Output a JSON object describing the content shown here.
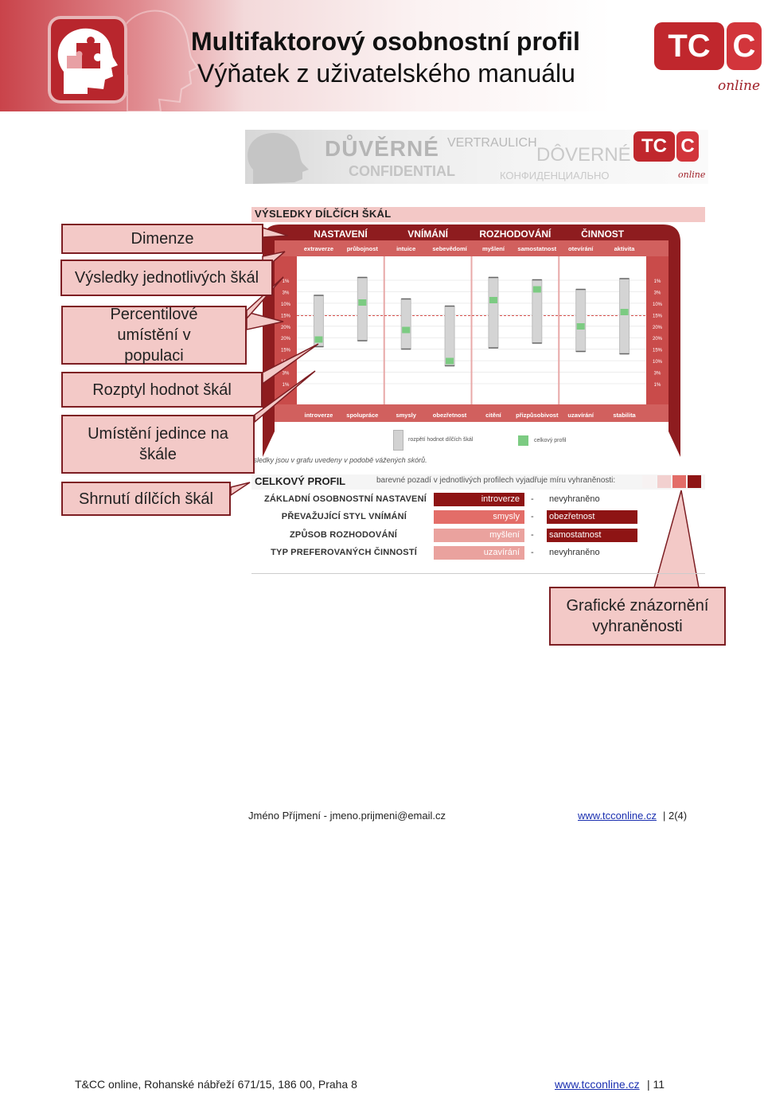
{
  "header": {
    "title": "Multifaktorový osobnostní profil",
    "subtitle": "Výňatek z uživatelského manuálu"
  },
  "logo": {
    "letters": "TCC",
    "tagline": "online"
  },
  "confidential": {
    "czech": "DŮVĚRNÉ",
    "english": "CONFIDENTIAL",
    "german": "VERTRAULICH",
    "slovak": "DÔVERNÉ",
    "russian": "КОНФИДЕНЦИАЛЬНО"
  },
  "results_section": {
    "title": "VÝSLEDKY DÍLČÍCH ŠKÁL"
  },
  "chart_data": {
    "type": "range",
    "dimensions": [
      "NASTAVENÍ",
      "VNÍMÁNÍ",
      "ROZHODOVÁNÍ",
      "ČINNOST"
    ],
    "top_labels": [
      "extraverze",
      "průbojnost",
      "intuice",
      "sebevědomí",
      "myšlení",
      "samostatnost",
      "otevírání",
      "aktivita"
    ],
    "bottom_labels": [
      "introverze",
      "spolupráce",
      "smysly",
      "obezřetnost",
      "citění",
      "přizpůsobivost",
      "uzavírání",
      "stabilita"
    ],
    "percentiles": [
      "1%",
      "3%",
      "10%",
      "15%",
      "20%",
      "20%",
      "15%",
      "10%",
      "3%",
      "1%"
    ],
    "range_low": [
      39,
      44,
      37,
      23,
      38,
      42,
      35,
      33
    ],
    "range_high": [
      82,
      97,
      79,
      73,
      97,
      95,
      87,
      96
    ],
    "individual": [
      45,
      76,
      53,
      27,
      78,
      87,
      56,
      68
    ],
    "ylim": [
      0,
      100
    ],
    "midline": 65
  },
  "legend": {
    "range": "rozpětí hodnot dílčích škál",
    "profile": "celkový profil"
  },
  "footnote": "ýsledky jsou v grafu uvedeny v podobě vážených skórů.",
  "callouts": [
    "Dimenze",
    "Výsledky jednotlivých škál",
    "Percentilové umístění v populaci",
    "Rozptyl hodnot škál",
    "Umístění jedince na škále",
    "Shrnutí dílčích škál",
    "Grafické znázornění vyhraněnosti"
  ],
  "overall_profile": {
    "title": "CELKOVÝ PROFIL",
    "note": "barevné pozadí v jednotlivých profilech vyjadřuje míru vyhraněnosti:",
    "swatches": [
      "#f7f2f2",
      "#f2d0cf",
      "#e36d68",
      "#8e1414"
    ],
    "rows": [
      {
        "label": "ZÁKLADNÍ OSOBNOSTNÍ NASTAVENÍ",
        "left": "introverze",
        "left_color": "#8e1414",
        "dash": "-",
        "right": "nevyhraněno",
        "right_color": ""
      },
      {
        "label": "PŘEVAŽUJÍCÍ STYL VNÍMÁNÍ",
        "left": "smysly",
        "left_color": "#e36d68",
        "dash": "-",
        "right": "obezřetnost",
        "right_color": "#8e1414"
      },
      {
        "label": "ZPŮSOB ROZHODOVÁNÍ",
        "left": "myšlení",
        "left_color": "#eaa29e",
        "dash": "-",
        "right": "samostatnost",
        "right_color": "#8e1414"
      },
      {
        "label": "TYP PREFEROVANÝCH ČINNOSTÍ",
        "left": "uzavírání",
        "left_color": "#eaa29e",
        "dash": "-",
        "right": "nevyhraněno",
        "right_color": ""
      }
    ]
  },
  "footer": {
    "name": "Jméno Příjmení - jmeno.prijmeni@email.cz",
    "web": "www.tcconline.cz",
    "page": "| 2(4)"
  },
  "bottom": {
    "address": "T&CC online, Rohanské nábřeží 671/15, 186 00, Praha 8",
    "web": "www.tcconline.cz",
    "page": "| 11"
  }
}
